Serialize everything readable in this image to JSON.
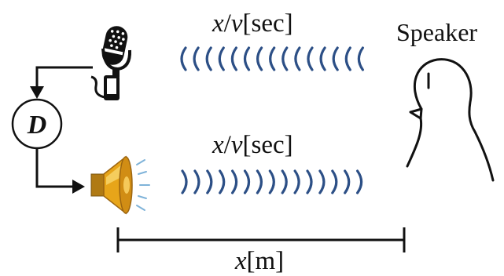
{
  "labels": {
    "delay_top_var1": "x",
    "delay_top_slash": "/",
    "delay_top_var2": "v",
    "delay_top_unit": "[sec]",
    "delay_bottom_var1": "x",
    "delay_bottom_slash": "/",
    "delay_bottom_var2": "v",
    "delay_bottom_unit": "[sec]",
    "speaker": "Speaker",
    "delay_block": "D",
    "distance_var": "x",
    "distance_unit": "[m]"
  },
  "colors": {
    "wave": "#2c4f86",
    "line": "#111111",
    "speaker_body": "#e7a51a",
    "speaker_dark": "#9c6510",
    "speaker_light": "#f7d46a",
    "sound_lines": "#7fb3d9"
  },
  "icons": {
    "microphone": "microphone-icon",
    "loudspeaker": "loudspeaker-icon",
    "person": "person-speaker-icon"
  }
}
